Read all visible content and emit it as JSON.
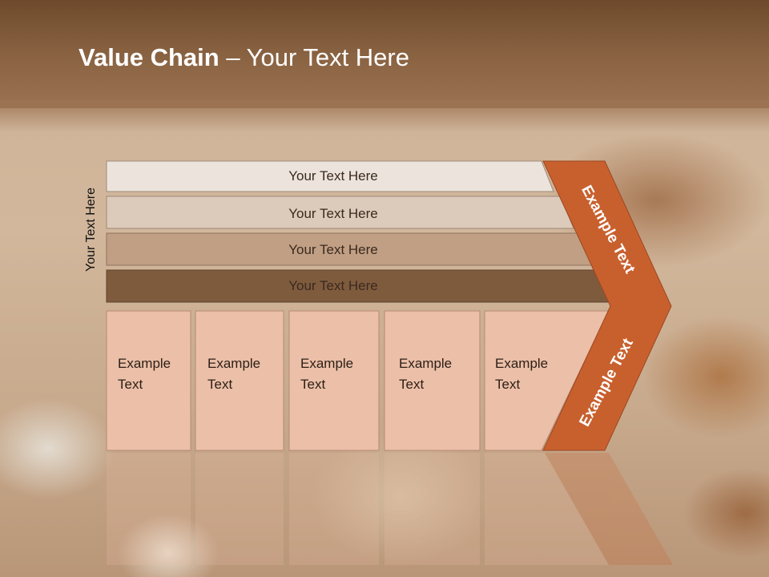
{
  "title": {
    "bold": "Value Chain",
    "rest": " – Your Text Here"
  },
  "side_label": "Your Text Here",
  "bars": [
    {
      "label": "Your Text Here",
      "color": "#ece4dc"
    },
    {
      "label": "Your Text Here",
      "color": "#dccbbb"
    },
    {
      "label": "Your Text Here",
      "color": "#c19f84"
    },
    {
      "label": "Your Text Here",
      "color": "#7f5b3e"
    }
  ],
  "boxes": [
    {
      "line1": "Example",
      "line2": "Text"
    },
    {
      "line1": "Example",
      "line2": "Text"
    },
    {
      "line1": "Example",
      "line2": "Text"
    },
    {
      "line1": "Example",
      "line2": "Text"
    },
    {
      "line1": "Example",
      "line2": "Text"
    }
  ],
  "arrow": {
    "upper_label": "Example Text",
    "lower_label": "Example Text",
    "color": "#c8602e"
  },
  "box_color": "#ecbfa8"
}
